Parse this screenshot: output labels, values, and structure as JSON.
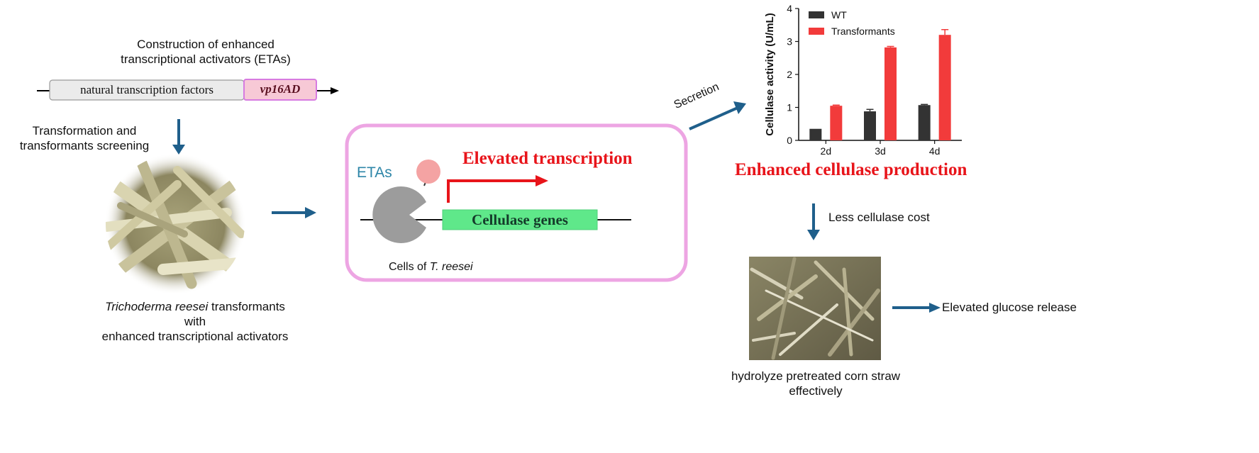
{
  "construction": {
    "title_line1": "Construction of  enhanced",
    "title_line2": "transcriptional activators (ETAs)",
    "gene_label": "natural transcription factors",
    "domain_label": "vp16AD"
  },
  "transformation": {
    "line1": "Transformation and",
    "line2": "transformants screening"
  },
  "organism": {
    "italic": "Trichoderma reesei",
    "line1_rest": " transformants",
    "line2": "with",
    "line3": "enhanced transcriptional activators"
  },
  "mechanism": {
    "elevated_transcription": "Elevated transcription",
    "etas_label": "ETAs",
    "gene_label": "Cellulase genes",
    "cells_prefix": "Cells of ",
    "cells_italic": "T. reesei"
  },
  "secretion_label": "Secretion",
  "chart_heading": "Enhanced cellulase production",
  "less_cost_label": "Less cellulase cost",
  "straw_caption_line1": "hydrolyze pretreated corn straw",
  "straw_caption_line2": "effectively",
  "glucose_label": "Elevated glucose release",
  "colors": {
    "arrow": "#1f5f8b",
    "wt_bar": "#333333",
    "transformant_bar": "#f23b3b",
    "elevated_text": "#e8141a",
    "etas_text": "#2e86a8",
    "box_border": "#eda5e3",
    "gene_box": "#5fe88a",
    "domain_box": "#f7c9d6"
  },
  "chart_data": {
    "type": "bar",
    "categories": [
      "2d",
      "3d",
      "4d"
    ],
    "ylabel": "Cellulase activity (U/mL)",
    "ylim": [
      0,
      4
    ],
    "yticks": [
      0,
      1,
      2,
      3,
      4
    ],
    "legend_position": "top-left",
    "series": [
      {
        "name": "WT",
        "values": [
          0.35,
          0.88,
          1.07
        ],
        "errors": [
          0,
          0.06,
          0.02
        ],
        "color": "#333333"
      },
      {
        "name": "Transformants",
        "values": [
          1.05,
          2.82,
          3.2
        ],
        "errors": [
          0.02,
          0.03,
          0.16
        ],
        "color": "#f23b3b"
      }
    ]
  }
}
